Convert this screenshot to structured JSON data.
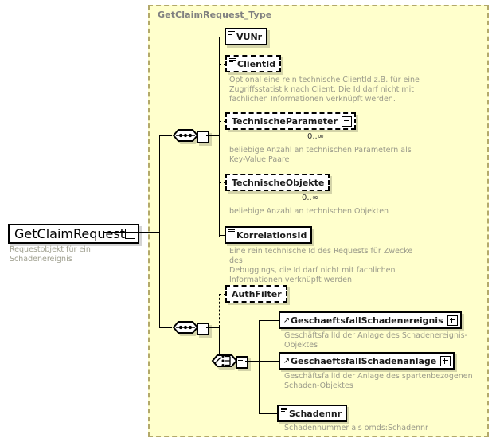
{
  "diagram": {
    "title": "XML Schema element diagram",
    "background_color": "#ffffff",
    "type_fill_color": "#ffffcc",
    "type_border_color": "#b3a96a"
  },
  "root": {
    "name": "GetClaimRequest",
    "toggle": "minus",
    "annotation": "Requestobjekt für ein Schadenereignis"
  },
  "type_group": {
    "name": "GetClaimRequest_Type"
  },
  "compositors": [
    {
      "kind": "sequence",
      "name": "sequence-compositor-1"
    },
    {
      "kind": "sequence",
      "name": "sequence-compositor-2"
    },
    {
      "kind": "choice",
      "name": "choice-compositor-1"
    }
  ],
  "elements": [
    {
      "name": "VUNr",
      "occurrence": "required",
      "glyph": "text-lines-icon",
      "expander": null,
      "cardinality": null,
      "annotation": null
    },
    {
      "name": "ClientId",
      "occurrence": "optional",
      "glyph": "text-lines-icon",
      "expander": null,
      "cardinality": null,
      "annotation": "Optional eine rein technische ClientId z.B. für eine\nZugriffsstatistik nach Client. Die Id darf nicht mit\nfachlichen Informationen verknüpft werden."
    },
    {
      "name": "TechnischeParameter",
      "occurrence": "optional",
      "glyph": null,
      "expander": "plus",
      "cardinality": "0..∞",
      "annotation": "beliebige Anzahl an technischen Parametern als\nKey-Value Paare"
    },
    {
      "name": "TechnischeObjekte",
      "occurrence": "optional",
      "glyph": null,
      "expander": null,
      "cardinality": "0..∞",
      "annotation": "beliebige Anzahl an technischen Objekten"
    },
    {
      "name": "KorrelationsId",
      "occurrence": "required",
      "glyph": "text-lines-icon",
      "expander": null,
      "cardinality": null,
      "annotation": "Eine rein technische Id des Requests für Zwecke des\nDebuggings, die Id darf nicht mit fachlichen\nInformationen verknüpft werden."
    },
    {
      "name": "AuthFilter",
      "occurrence": "optional",
      "glyph": null,
      "expander": null,
      "cardinality": null,
      "annotation": null
    },
    {
      "name": "GeschaeftsfallSchadenereignis",
      "occurrence": "required",
      "glyph": "reference-arrow-icon",
      "expander": "plus",
      "cardinality": null,
      "annotation": "GeschäftsfallId der Anlage des Schadenereignis-Objektes"
    },
    {
      "name": "GeschaeftsfallSchadenanlage",
      "occurrence": "required",
      "glyph": "reference-arrow-icon",
      "expander": "plus",
      "cardinality": null,
      "annotation": "GeschäftsfallId der Anlage des spartenbezogenen\nSchaden-Objektes"
    },
    {
      "name": "Schadennr",
      "occurrence": "required",
      "glyph": "text-lines-icon",
      "expander": null,
      "cardinality": null,
      "annotation": "Schadennummer als omds:Schadennr"
    }
  ]
}
